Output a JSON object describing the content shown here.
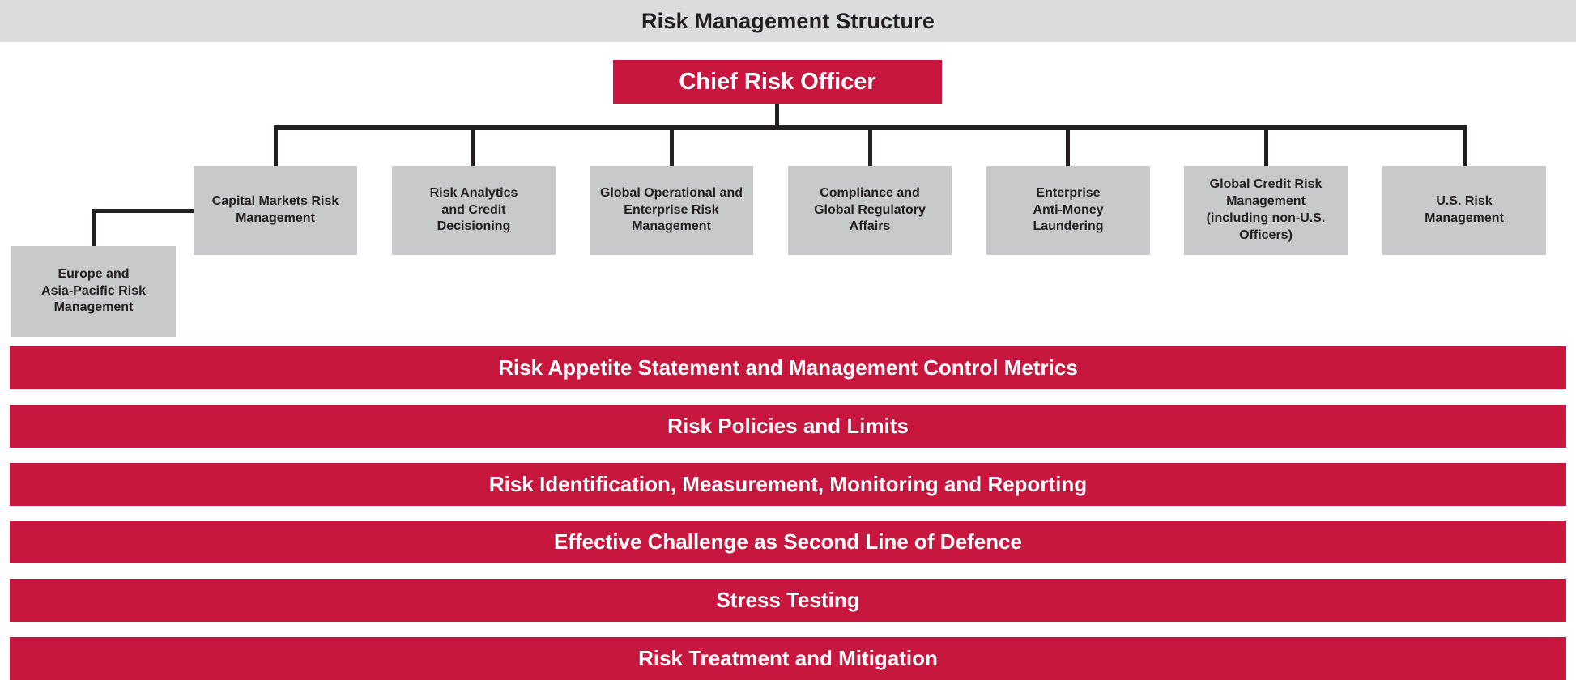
{
  "title": "Risk Management Structure",
  "colors": {
    "accent_red": "#c8173e",
    "box_gray": "#c8c9ca",
    "title_bar_gray": "#dbdcdd",
    "connector_black": "#231f20",
    "text_dark": "#231f20",
    "text_light": "#ffffff"
  },
  "org": {
    "root": {
      "label": "Chief Risk Officer"
    },
    "children": [
      {
        "label": "Capital Markets Risk\nManagement"
      },
      {
        "label": "Risk Analytics\nand Credit\nDecisioning"
      },
      {
        "label": "Global Operational and\nEnterprise Risk\nManagement"
      },
      {
        "label": "Compliance and\nGlobal Regulatory\nAffairs"
      },
      {
        "label": "Enterprise\nAnti-Money\nLaundering"
      },
      {
        "label": "Global Credit Risk\nManagement\n(including non-U.S.\nOfficers)"
      },
      {
        "label": "U.S. Risk\nManagement"
      }
    ],
    "sub_children": [
      {
        "label": "Europe and\nAsia-Pacific Risk\nManagement",
        "parent": "Capital Markets Risk Management"
      }
    ]
  },
  "banners": [
    "Risk Appetite Statement and Management Control Metrics",
    "Risk Policies and Limits",
    "Risk Identification, Measurement, Monitoring and Reporting",
    "Effective Challenge as Second Line of Defence",
    "Stress Testing",
    "Risk Treatment and Mitigation"
  ]
}
